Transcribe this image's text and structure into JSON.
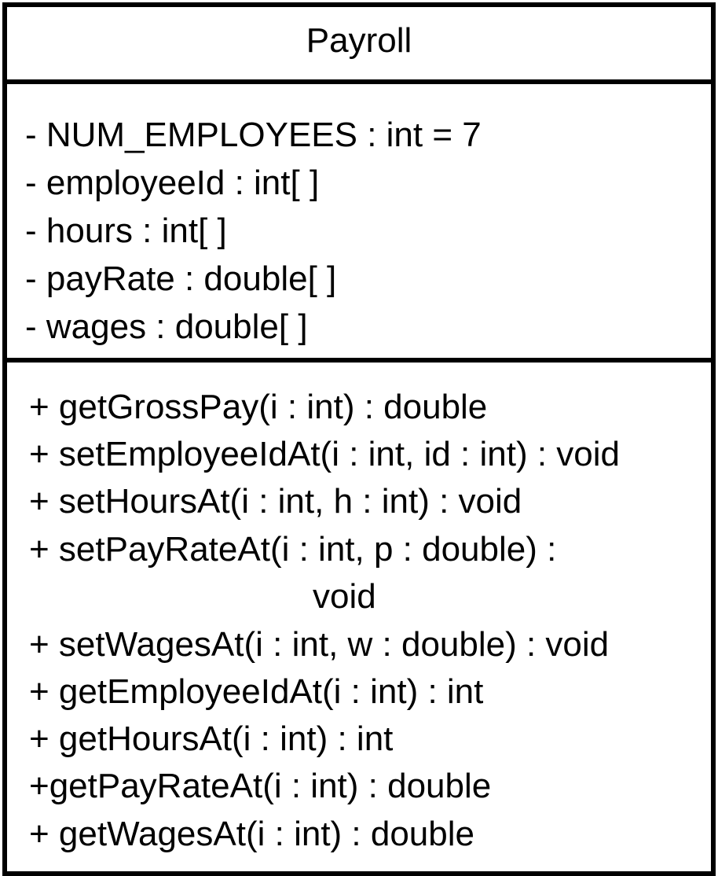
{
  "class": {
    "name": "Payroll",
    "attributes": [
      "- NUM_EMPLOYEES : int = 7",
      "- employeeId : int[ ]",
      "- hours : int[ ]",
      "- payRate : double[ ]",
      "- wages : double[ ]"
    ],
    "operations": [
      "+ getGrossPay(i : int) : double",
      "+ setEmployeeIdAt(i : int, id : int) : void",
      "+ setHoursAt(i : int, h : int) : void",
      "+ setPayRateAt(i : int, p : double) :",
      "void",
      "+ setWagesAt(i : int, w : double) : void",
      "+ getEmployeeIdAt(i : int) : int",
      "+ getHoursAt(i : int) : int",
      "+getPayRateAt(i : int) : double",
      "+ getWagesAt(i : int) : double"
    ]
  },
  "colors": {
    "border": "#000000",
    "background": "#ffffff",
    "text": "#000000"
  }
}
